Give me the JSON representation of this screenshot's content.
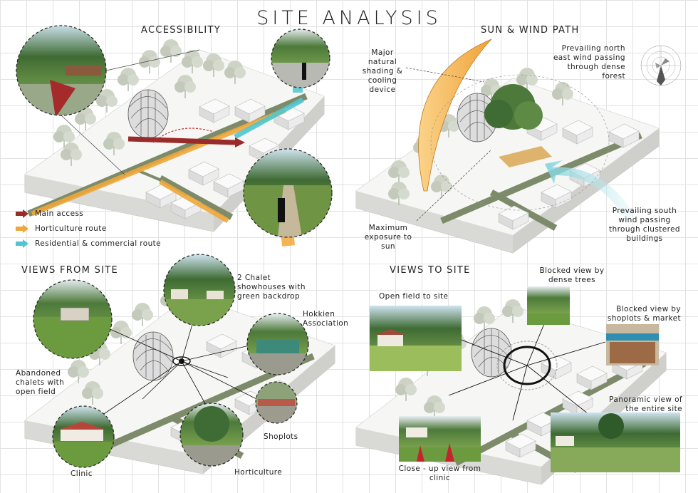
{
  "title": "SITE ANALYSIS",
  "panels": {
    "accessibility": {
      "title": "ACCESSIBILITY",
      "legend": [
        {
          "label": "Main access",
          "color": "#9a2b2b"
        },
        {
          "label": "Horticulture route",
          "color": "#f0a73a"
        },
        {
          "label": "Residential & commercial route",
          "color": "#4fc6cf"
        }
      ]
    },
    "sun_wind": {
      "title": "SUN & WIND PATH",
      "labels": {
        "shading": "Major natural shading & cooling device",
        "north_wind": "Prevailing north east wind passing through dense forest",
        "south_wind": "Prevailing south wind passing through clustered buildings",
        "max_sun": "Maximum exposure to sun"
      }
    },
    "views_from": {
      "title": "VIEWS FROM SITE",
      "labels": {
        "chalet": "2 Chalet showhouses with green backdrop",
        "hokkien": "Hokkien Association",
        "abandoned": "Abandoned chalets with open field",
        "shoplots": "Shoplots",
        "clinic": "Clinic",
        "horticulture": "Horticulture"
      }
    },
    "views_to": {
      "title": "VIEWS TO SITE",
      "labels": {
        "open_field": "Open field to site",
        "dense_trees": "Blocked view by dense trees",
        "shoplots_market": "Blocked view by shoplots & market",
        "panoramic": "Panoramic view of the entire site",
        "closeup": "Close - up view from clinic"
      }
    }
  },
  "colors": {
    "road": "#7d8b6a",
    "ground": "#f4f4f2",
    "tree": "#c9cfc1",
    "sun": "#f3a631",
    "wind": "#7fd3dc",
    "main_access": "#9a2b2b"
  }
}
